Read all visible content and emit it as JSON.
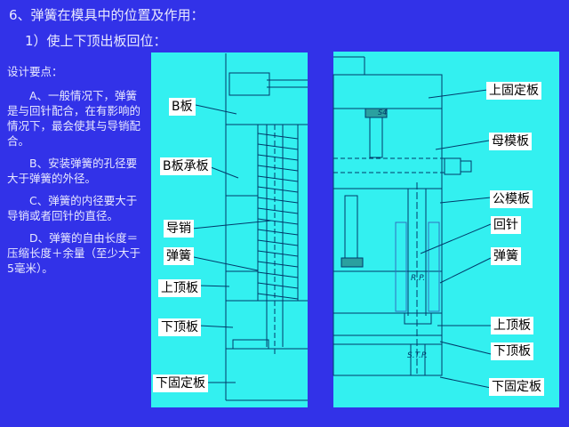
{
  "title": "6、弹簧在模具中的位置及作用：",
  "subtitle": "1）使上下顶出板回位：",
  "notes": {
    "heading": "设计要点：",
    "items": [
      "A、一般情况下，弹簧是与回针配合，在有影响的情况下，最会使其与导销配合。",
      "B、安装弹簧的孔径要大于弹簧的外径。",
      "C、弹簧的内径要大于导销或者回针的直径。",
      "D、弹簧的自由长度＝压缩长度＋余量（至少大于5毫米）。"
    ]
  },
  "left_labels": [
    "B板",
    "B板承板",
    "导销",
    "弹簧",
    "上顶板",
    "下顶板",
    "下固定板"
  ],
  "right_labels": [
    "上固定板",
    "母模板",
    "公模板",
    "回针",
    "弹簧",
    "上顶板",
    "下顶板",
    "下固定板"
  ],
  "drawing_marks": {
    "rp": "R.P.",
    "stp": "S.T.P.",
    "s4": "S4"
  },
  "colors": {
    "background": "#3232e8",
    "panel": "#33f0f0",
    "line": "#003a6a"
  }
}
